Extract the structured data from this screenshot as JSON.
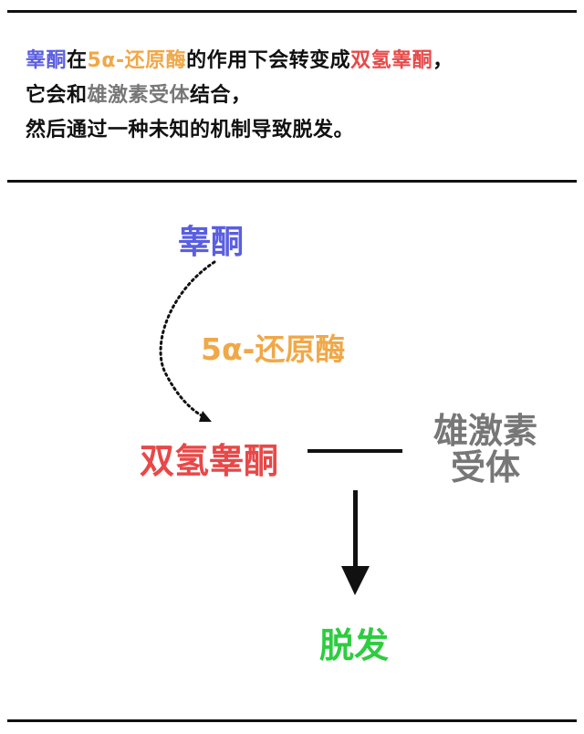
{
  "colors": {
    "testosterone": "#5a5ee0",
    "enzyme": "#f0a848",
    "dht": "#e84848",
    "receptor": "#777777",
    "hairloss": "#2ecc40"
  },
  "intro": {
    "line1": [
      {
        "text": "睾酮",
        "tone": "testosterone"
      },
      {
        "text": "在",
        "tone": "plain"
      },
      {
        "text": "5α-还原酶",
        "tone": "enzyme"
      },
      {
        "text": "的作用下会转变成",
        "tone": "plain"
      },
      {
        "text": "双氢睾酮",
        "tone": "dht"
      },
      {
        "text": "，",
        "tone": "plain"
      }
    ],
    "line2": [
      {
        "text": "它会和",
        "tone": "plain"
      },
      {
        "text": "雄激素受体",
        "tone": "receptor"
      },
      {
        "text": "结合，",
        "tone": "plain"
      }
    ],
    "line3": "然后通过一种未知的机制导致脱发。"
  },
  "diagram": {
    "testosterone": "睾酮",
    "enzyme": "5α-还原酶",
    "dht": "双氢睾酮",
    "receptor_line1": "雄激素",
    "receptor_line2": "受体",
    "result": "脱发"
  }
}
